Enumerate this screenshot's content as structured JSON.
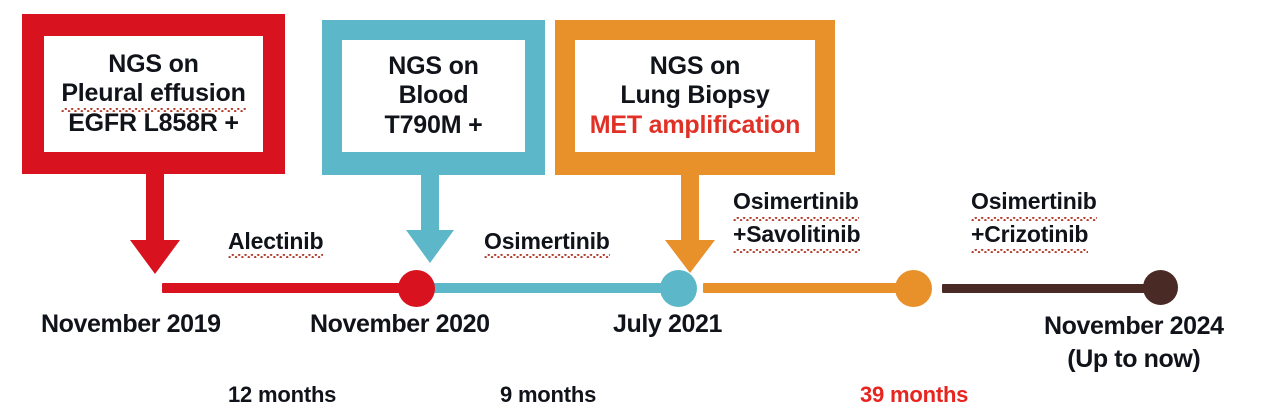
{
  "figure": {
    "kind": "clinical-treatment-timeline",
    "colors": {
      "red": "#d9121f",
      "teal": "#5cb8c9",
      "orange": "#e8912a",
      "brown": "#4a2a24",
      "text_dark": "#11131a",
      "text_red": "#e13127",
      "squiggle": "#b4402e"
    }
  },
  "boxes": [
    {
      "id": "box-pleural-effusion",
      "color": "#d9121f",
      "lines": [
        {
          "text": "NGS on",
          "red": false,
          "squiggle": false
        },
        {
          "text": "Pleural effusion",
          "red": false,
          "squiggle": true
        },
        {
          "text": "EGFR L858R +",
          "red": false,
          "squiggle": false
        }
      ]
    },
    {
      "id": "box-blood",
      "color": "#5cb8c9",
      "lines": [
        {
          "text": "NGS on",
          "red": false,
          "squiggle": false
        },
        {
          "text": "Blood",
          "red": false,
          "squiggle": false
        },
        {
          "text": "T790M +",
          "red": false,
          "squiggle": false
        }
      ]
    },
    {
      "id": "box-lung-biopsy",
      "color": "#e8912a",
      "lines": [
        {
          "text": "NGS on",
          "red": false,
          "squiggle": false
        },
        {
          "text": "Lung Biopsy",
          "red": false,
          "squiggle": false
        },
        {
          "text": "MET amplification",
          "red": true,
          "squiggle": false
        }
      ]
    }
  ],
  "treatments": [
    {
      "id": "treat-alectinib",
      "line1": "Alectinib",
      "line2": ""
    },
    {
      "id": "treat-osimertinib",
      "line1": "Osimertinib",
      "line2": ""
    },
    {
      "id": "treat-osimertinib-savolitinib",
      "line1": "Osimertinib",
      "line2": "+Savolitinib"
    },
    {
      "id": "treat-osimertinib-crizotinib",
      "line1": "Osimertinib",
      "line2": "+Crizotinib"
    }
  ],
  "dates": [
    {
      "id": "date-nov-2019",
      "line1": "November 2019",
      "line2": ""
    },
    {
      "id": "date-nov-2020",
      "line1": "November 2020",
      "line2": ""
    },
    {
      "id": "date-jul-2021",
      "line1": "July 2021",
      "line2": ""
    },
    {
      "id": "date-nov-2024",
      "line1": "November 2024",
      "line2": "(Up to now)"
    }
  ],
  "durations": [
    {
      "id": "dur-12",
      "text": "12 months",
      "red": false
    },
    {
      "id": "dur-9",
      "text": "9 months",
      "red": false
    },
    {
      "id": "dur-39",
      "text": "39 months",
      "red": true
    }
  ],
  "chart_data": {
    "type": "timeline",
    "title": "",
    "events": [
      {
        "date": "November 2019",
        "marker_color": "#d9121f",
        "diagnostic": "NGS on Pleural effusion",
        "finding": "EGFR L858R +",
        "treatment": "Alectinib",
        "duration": "12 months"
      },
      {
        "date": "November 2020",
        "marker_color": "#5cb8c9",
        "diagnostic": "NGS on Blood",
        "finding": "T790M +",
        "treatment": "Osimertinib",
        "duration": "9 months"
      },
      {
        "date": "July 2021",
        "marker_color": "#e8912a",
        "diagnostic": "NGS on Lung Biopsy",
        "finding": "MET amplification",
        "treatment": "Osimertinib +Savolitinib",
        "duration": "39 months"
      },
      {
        "date": "November 2024",
        "marker_color": "#4a2a24",
        "diagnostic": "",
        "finding": "",
        "treatment": "Osimertinib +Crizotinib",
        "duration": ""
      }
    ]
  }
}
